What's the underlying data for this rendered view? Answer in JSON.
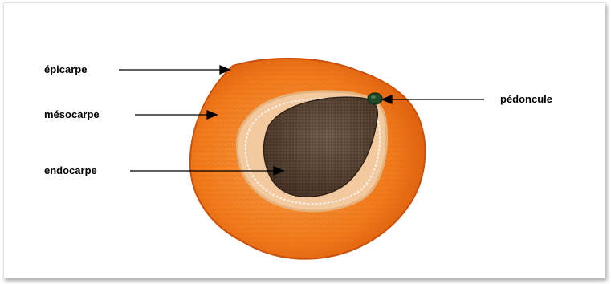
{
  "labels": {
    "epicarp": "épicarpe",
    "mesocarp": "mésocarpe",
    "endocarp": "endocarpe",
    "peduncle": "pédoncule"
  },
  "colors": {
    "flesh": "#f07a1c",
    "flesh_dark": "#d9590a",
    "flesh_light": "#f9a24a",
    "cavity": "#f3c9a0",
    "cavity_edge": "#e6b27e",
    "stone": "#4a3526",
    "stone_light": "#6f5a48",
    "peduncle": "#1f4a2a"
  }
}
